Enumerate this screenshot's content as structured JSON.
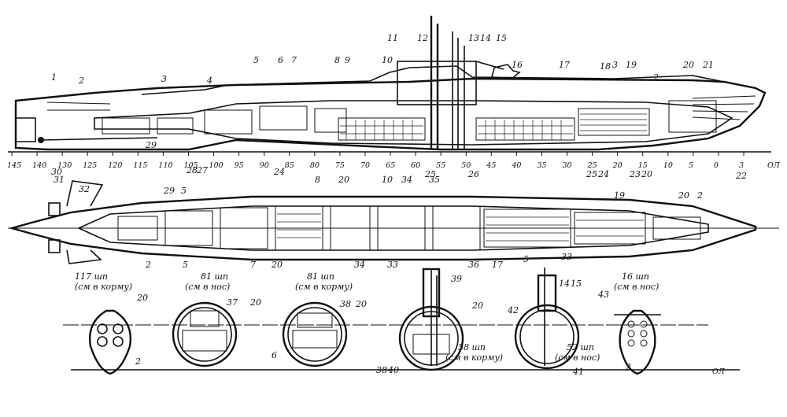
{
  "title": "Submarine general arrangement drawing",
  "baseline_label": "ОЛ",
  "frame_numbers": [
    "145",
    "140",
    "130",
    "125",
    "120",
    "115",
    "110",
    "105",
    "100",
    "95",
    "90",
    "85",
    "80",
    "75",
    "70",
    "65",
    "60",
    "55",
    "50",
    "45",
    "40",
    "35",
    "30",
    "25",
    "20",
    "15",
    "10",
    "5",
    "0",
    "3"
  ],
  "profile_callouts": [
    "1",
    "2",
    "3",
    "4",
    "5",
    "6",
    "7",
    "8",
    "9",
    "10",
    "11",
    "12",
    "13",
    "14",
    "15",
    "16",
    "17",
    "18",
    "3",
    "19",
    "2",
    "20",
    "21",
    "30",
    "29",
    "28",
    "27",
    "24",
    "25",
    "26",
    "25",
    "24",
    "23",
    "20",
    "22"
  ],
  "plan_callouts": [
    "31",
    "32",
    "29",
    "5",
    "8",
    "20",
    "10",
    "34",
    "35",
    "19",
    "20",
    "2",
    "2",
    "5",
    "7",
    "20",
    "34",
    "33",
    "36",
    "17",
    "5",
    "33"
  ],
  "sections": [
    {
      "caption_line1": "117 шп",
      "caption_line2": "(см в корму)",
      "callouts": [
        "20",
        "2"
      ]
    },
    {
      "caption_line1": "81 шп",
      "caption_line2": "(см в нос)",
      "callouts": [
        "37",
        "20"
      ]
    },
    {
      "caption_line1": "81 шп",
      "caption_line2": "(см в корму)",
      "callouts": [
        "38",
        "20",
        "6"
      ]
    },
    {
      "caption_line1": "58 шп",
      "caption_line2": "(см в корму)",
      "callouts": [
        "39",
        "20",
        "38",
        "40"
      ]
    },
    {
      "caption_line1": "52 шп",
      "caption_line2": "(см в нос)",
      "callouts": [
        "14",
        "15",
        "42",
        "41"
      ]
    },
    {
      "caption_line1": "16 шп",
      "caption_line2": "(см в нос)",
      "callouts": [
        "43",
        "2"
      ]
    }
  ],
  "section_baseline_label": "ОЛ"
}
